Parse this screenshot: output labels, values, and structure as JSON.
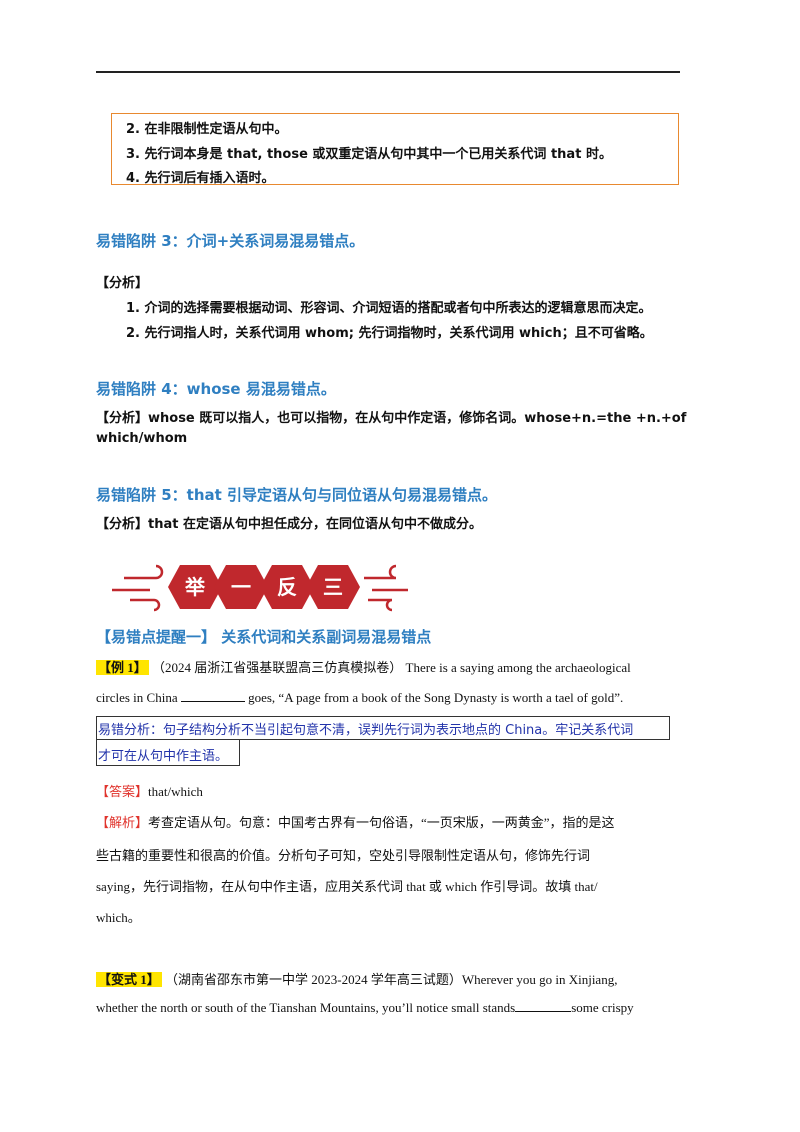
{
  "box_items": [
    "2. 在非限制性定语从句中。",
    "3. 先行词本身是 that, those 或双重定语从句中其中一个已用关系代词 that 时。",
    "4. 先行词后有插入语时。"
  ],
  "trap3": {
    "heading": "易错陷阱 3：介词+关系词易混易错点。",
    "analysis_label": "【分析】",
    "items": [
      "1. 介词的选择需要根据动词、形容词、介词短语的搭配或者句中所表达的逻辑意思而决定。",
      "2. 先行词指人时，关系代词用 whom; 先行词指物时，关系代词用 which；且不可省略。"
    ]
  },
  "trap4": {
    "heading": "易错陷阱 4：whose 易混易错点。",
    "line1": "【分析】whose 既可以指人，也可以指物，在从句中作定语，修饰名词。whose+n.=the  +n.+of",
    "line2": "which/whom"
  },
  "trap5": {
    "heading": "易错陷阱 5：that 引导定语从句与同位语从句易混易错点。",
    "line1": "【分析】that 在定语从句中担任成分，在同位语从句中不做成分。"
  },
  "banner": {
    "chars": [
      "举",
      "一",
      "反",
      "三"
    ],
    "color": "#c0282d"
  },
  "tip1": {
    "title": "【易错点提醒一】 关系代词和关系副词易混易错点"
  },
  "example1": {
    "tag": "【例 1】",
    "source": "（2024 届浙江省强基联盟高三仿真模拟卷）",
    "q_line1": "There is a saying among the archaeological",
    "q_line2_a": "circles in China ",
    "q_line2_b": " goes, “A page from a book of the Song Dynasty is worth a tael of gold”.",
    "analysis_line1": "易错分析：句子结构分析不当引起句意不清，误判先行词为表示地点的 China。牢记关系代词",
    "analysis_line2": "才可在从句中作主语。",
    "answer_label": "【答案】",
    "answer": "that/which",
    "explain_label": "【解析】",
    "explain_line1": "考查定语从句。句意：中国考古界有一句俗语，“一页宋版，一两黄金”，指的是这",
    "explain_line2": "些古籍的重要性和很高的价值。分析句子可知，空处引导限制性定语从句，修饰先行词",
    "explain_line3": "saying，先行词指物，在从句中作主语，应用关系代词 that 或 which 作引导词。故填 that/",
    "explain_line4": "which。"
  },
  "variant1": {
    "tag": "【变式 1】",
    "source": "（湖南省邵东市第一中学 2023-2024 学年高三试题）",
    "q_line1": "Wherever you go in Xinjiang,",
    "q_line2_a": "whether the north or south of the Tianshan Mountains, you’ll notice small stands",
    "q_line2_b": "some crispy"
  }
}
